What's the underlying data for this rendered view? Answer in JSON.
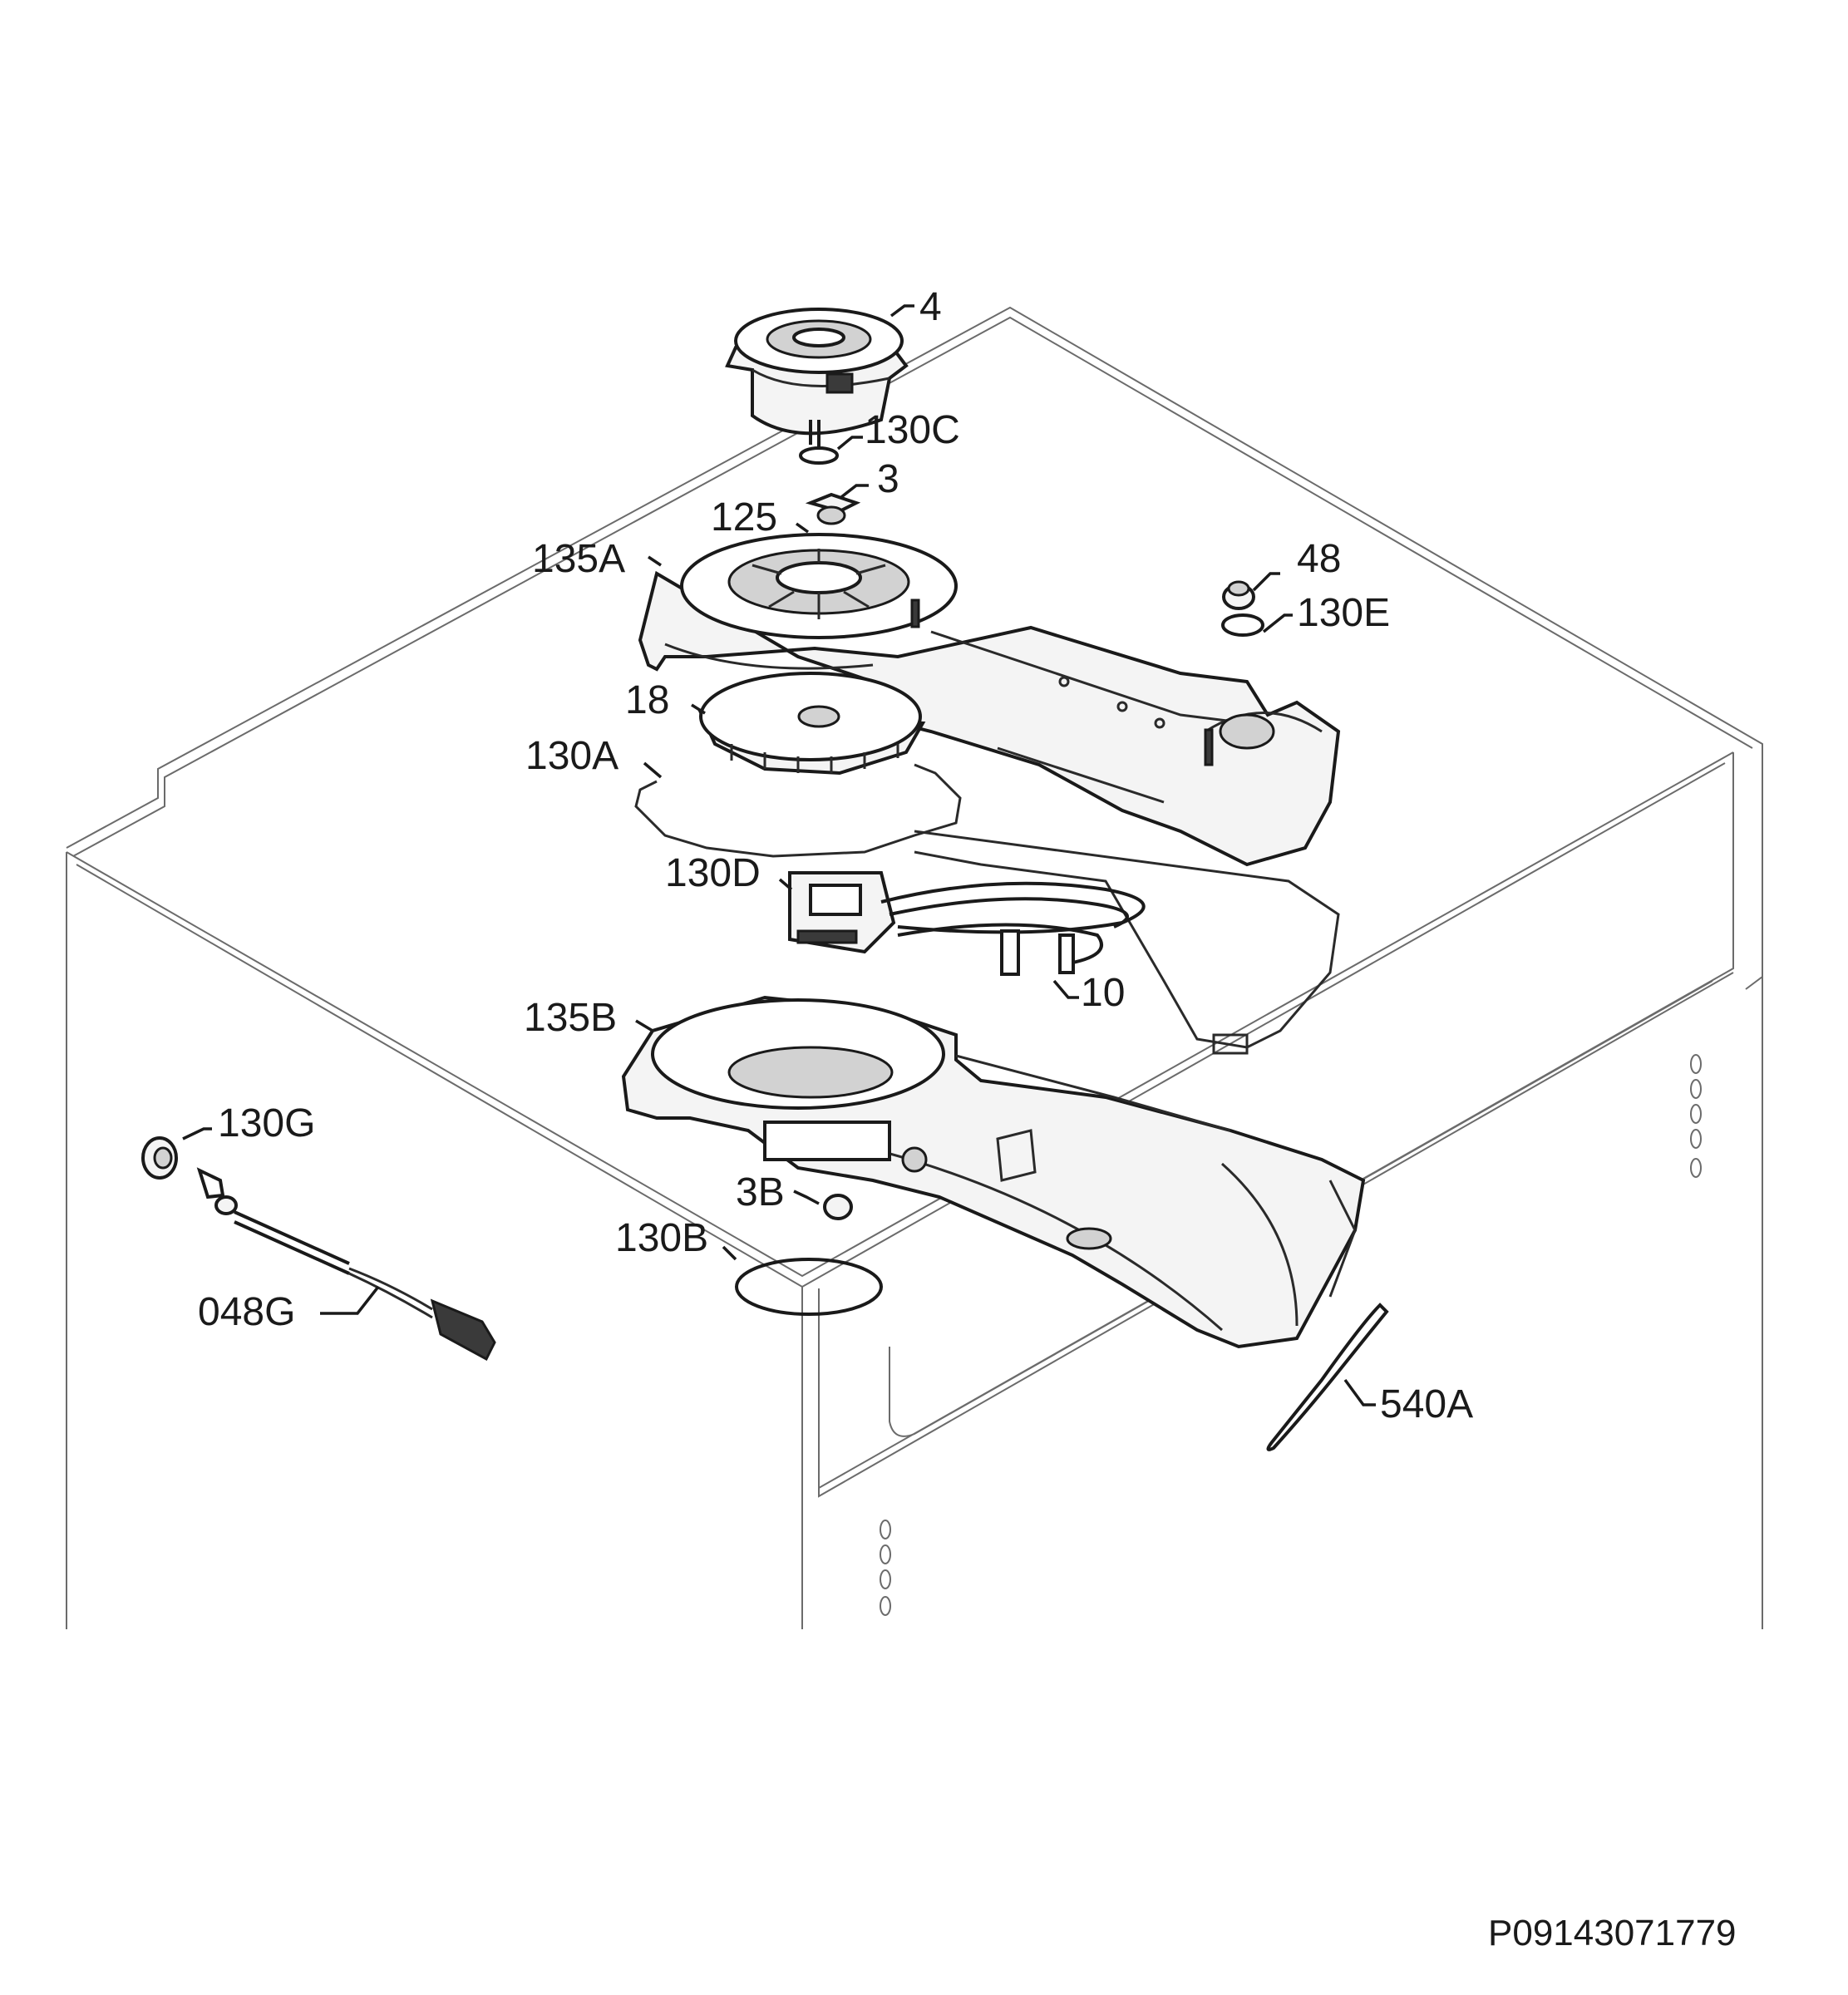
{
  "diagram": {
    "document_id": "P09143071779",
    "callouts": [
      {
        "id": "4",
        "label": "4"
      },
      {
        "id": "130C",
        "label": "130C"
      },
      {
        "id": "3",
        "label": "3"
      },
      {
        "id": "125",
        "label": "125"
      },
      {
        "id": "135A",
        "label": "135A"
      },
      {
        "id": "48",
        "label": "48"
      },
      {
        "id": "130E",
        "label": "130E"
      },
      {
        "id": "18",
        "label": "18"
      },
      {
        "id": "130A",
        "label": "130A"
      },
      {
        "id": "130D",
        "label": "130D"
      },
      {
        "id": "10",
        "label": "10"
      },
      {
        "id": "135B",
        "label": "135B"
      },
      {
        "id": "130G",
        "label": "130G"
      },
      {
        "id": "3B",
        "label": "3B"
      },
      {
        "id": "130B",
        "label": "130B"
      },
      {
        "id": "048G",
        "label": "048G"
      },
      {
        "id": "540A",
        "label": "540A"
      }
    ]
  }
}
